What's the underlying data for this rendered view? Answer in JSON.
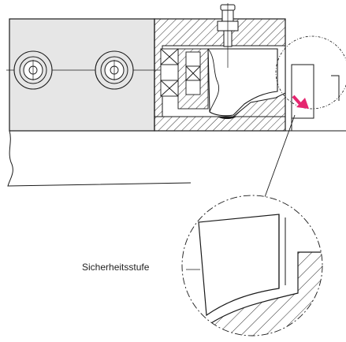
{
  "diagram": {
    "callout_label": "Sicherheitsstufe",
    "colors": {
      "line": "#1a1a1a",
      "block_fill": "#e6e6e6",
      "accent_arrow": "#e5266f",
      "background": "#ffffff"
    },
    "parts": [
      "clamping-block",
      "fastening-screw-left",
      "fastening-screw-right",
      "housing-hatched",
      "grease-nipple",
      "spring-pack",
      "clamping-jaw",
      "rail",
      "detail-circle-small",
      "detail-circle-large",
      "leader-line",
      "direction-arrow-icon"
    ]
  }
}
